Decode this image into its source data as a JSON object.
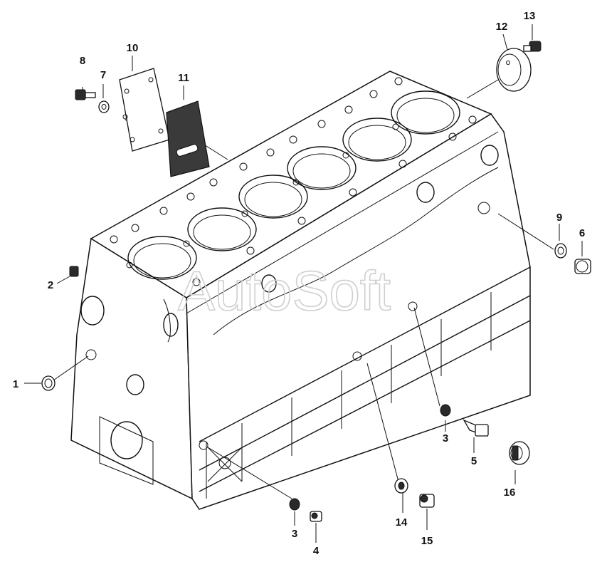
{
  "watermark": "AutoSoft",
  "callouts": [
    {
      "id": "callout-1",
      "label": "1"
    },
    {
      "id": "callout-2",
      "label": "2"
    },
    {
      "id": "callout-3a",
      "label": "3"
    },
    {
      "id": "callout-3b",
      "label": "3"
    },
    {
      "id": "callout-4",
      "label": "4"
    },
    {
      "id": "callout-5",
      "label": "5"
    },
    {
      "id": "callout-6",
      "label": "6"
    },
    {
      "id": "callout-7",
      "label": "7"
    },
    {
      "id": "callout-8",
      "label": "8"
    },
    {
      "id": "callout-9",
      "label": "9"
    },
    {
      "id": "callout-10",
      "label": "10"
    },
    {
      "id": "callout-11",
      "label": "11"
    },
    {
      "id": "callout-12",
      "label": "12"
    },
    {
      "id": "callout-13",
      "label": "13"
    },
    {
      "id": "callout-14",
      "label": "14"
    },
    {
      "id": "callout-15",
      "label": "15"
    },
    {
      "id": "callout-16",
      "label": "16"
    }
  ]
}
